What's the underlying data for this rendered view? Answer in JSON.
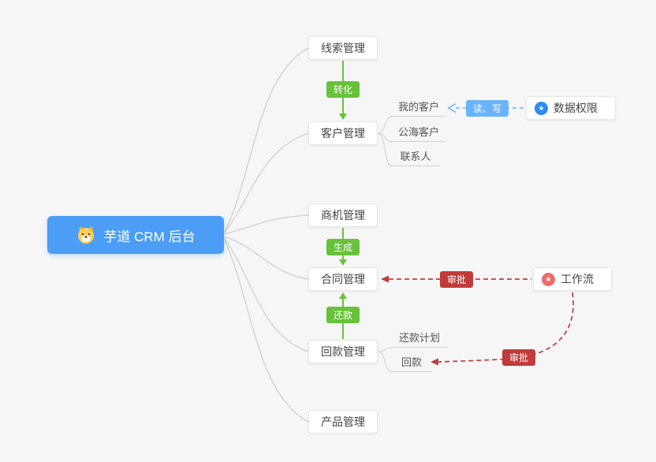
{
  "root": {
    "label": "芋道 CRM 后台"
  },
  "branches": {
    "leads": {
      "label": "线索管理"
    },
    "customers": {
      "label": "客户管理",
      "children": {
        "my": "我的客户",
        "public": "公海客户",
        "contacts": "联系人"
      }
    },
    "opportunities": {
      "label": "商机管理"
    },
    "contracts": {
      "label": "合同管理"
    },
    "receivables": {
      "label": "回款管理",
      "children": {
        "plan": "还款计划",
        "payment": "回款"
      }
    },
    "products": {
      "label": "产品管理"
    }
  },
  "external": {
    "data_permission": {
      "label": "数据权限",
      "icon_glyph": "★"
    },
    "workflow": {
      "label": "工作流",
      "icon_glyph": "★"
    }
  },
  "edges": {
    "convert": "转化",
    "generate": "生成",
    "repay": "还款",
    "read_write": "读、写",
    "approve_contract": "审批",
    "approve_payment": "审批"
  },
  "colors": {
    "root_bg": "#4b9df5",
    "edge_green": "#68c239",
    "edge_red": "#c13b3b",
    "edge_blue": "#69b4f8",
    "link_gray": "#cfcfcf",
    "data_permission_icon": "#2d8cf0",
    "workflow_icon": "#f06a6a"
  }
}
